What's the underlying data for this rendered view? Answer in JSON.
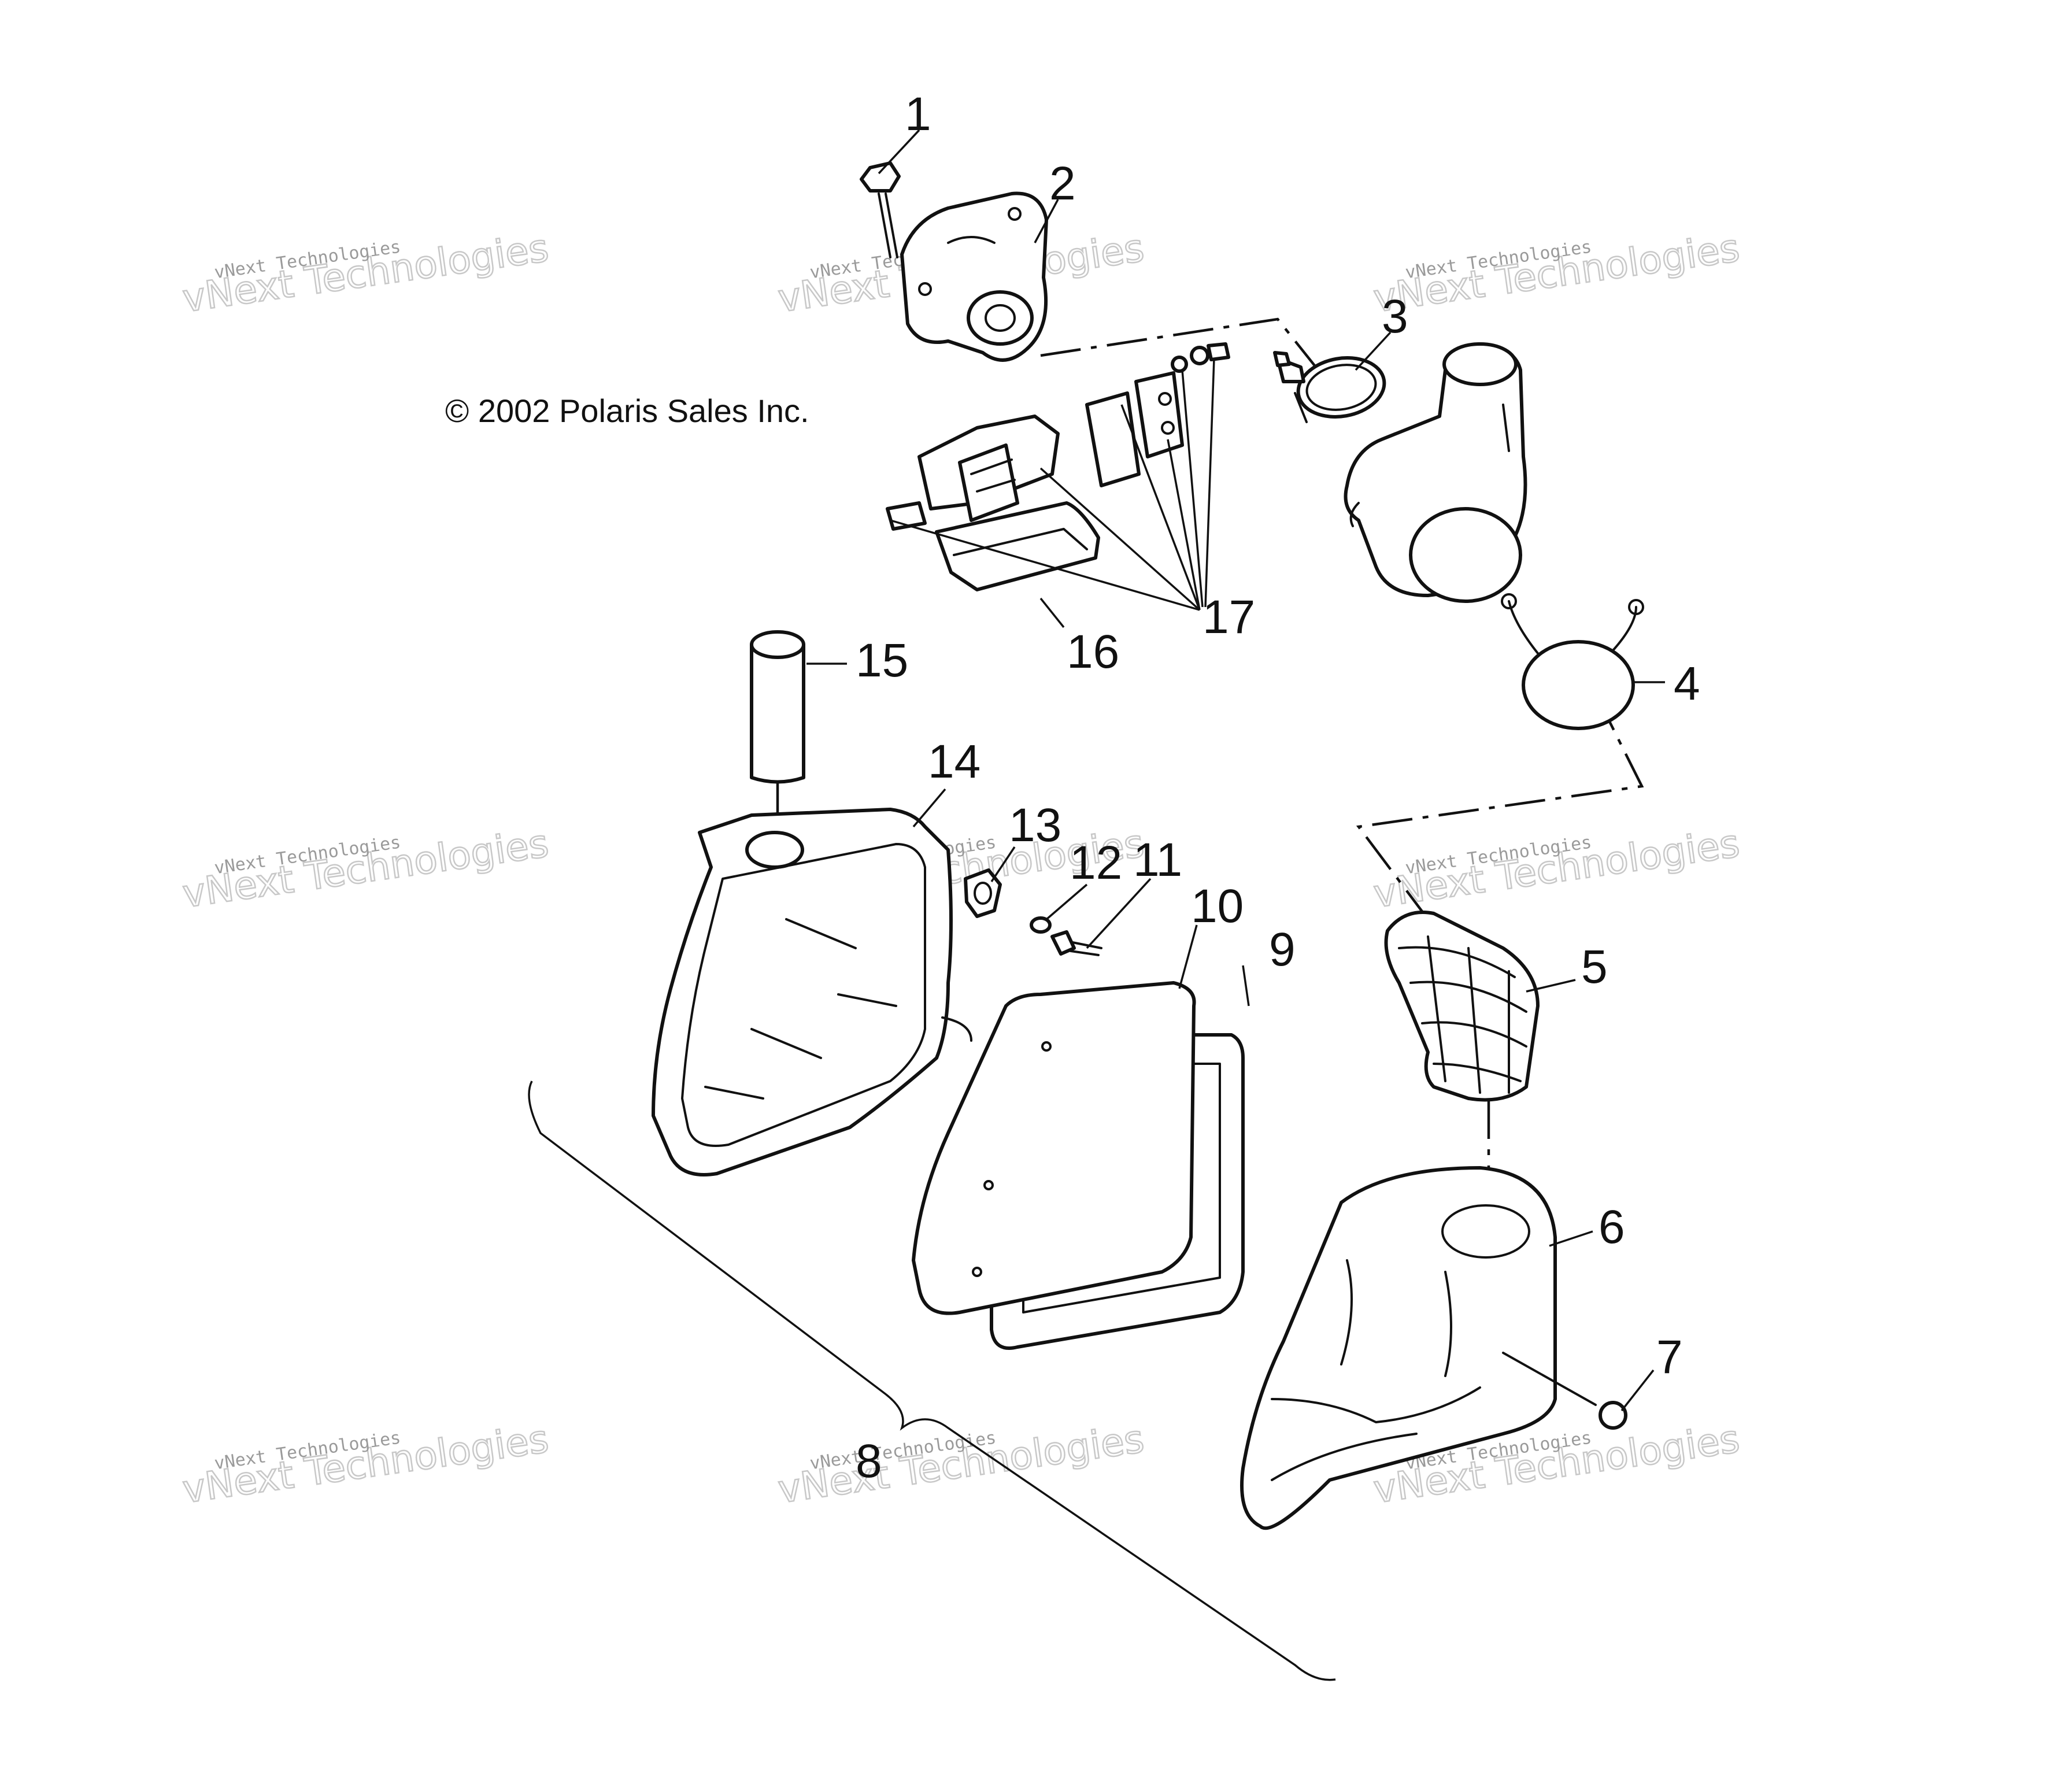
{
  "copyright": "© 2002 Polaris Sales Inc.",
  "watermark": {
    "line1": "vNext Technologies",
    "line2": "vNext Technologies"
  },
  "callouts": [
    {
      "id": "1",
      "label": "1"
    },
    {
      "id": "2",
      "label": "2"
    },
    {
      "id": "3",
      "label": "3"
    },
    {
      "id": "4",
      "label": "4"
    },
    {
      "id": "5",
      "label": "5"
    },
    {
      "id": "6",
      "label": "6"
    },
    {
      "id": "7",
      "label": "7"
    },
    {
      "id": "8",
      "label": "8"
    },
    {
      "id": "9",
      "label": "9"
    },
    {
      "id": "10",
      "label": "10"
    },
    {
      "id": "11",
      "label": "11"
    },
    {
      "id": "12",
      "label": "12"
    },
    {
      "id": "13",
      "label": "13"
    },
    {
      "id": "14",
      "label": "14"
    },
    {
      "id": "15",
      "label": "15"
    },
    {
      "id": "16",
      "label": "16"
    },
    {
      "id": "17",
      "label": "17"
    }
  ]
}
